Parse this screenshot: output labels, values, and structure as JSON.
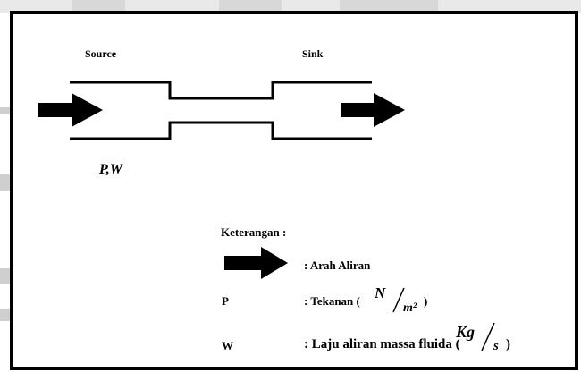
{
  "diagram": {
    "source_label": "Source",
    "sink_label": "Sink",
    "inlet_label": "P,W"
  },
  "legend": {
    "title": "Keterangan :",
    "items": [
      {
        "symbol_name": "arrow-icon",
        "desc": ": Arah Aliran"
      },
      {
        "symbol": "P",
        "desc": ": Tekanan (",
        "unit_num": "N",
        "unit_den": "m²",
        "close": ")"
      },
      {
        "symbol": "W",
        "desc": ": Laju aliran massa fluida (",
        "unit_num": "Kg",
        "unit_den": "s",
        "close": ")"
      }
    ]
  }
}
